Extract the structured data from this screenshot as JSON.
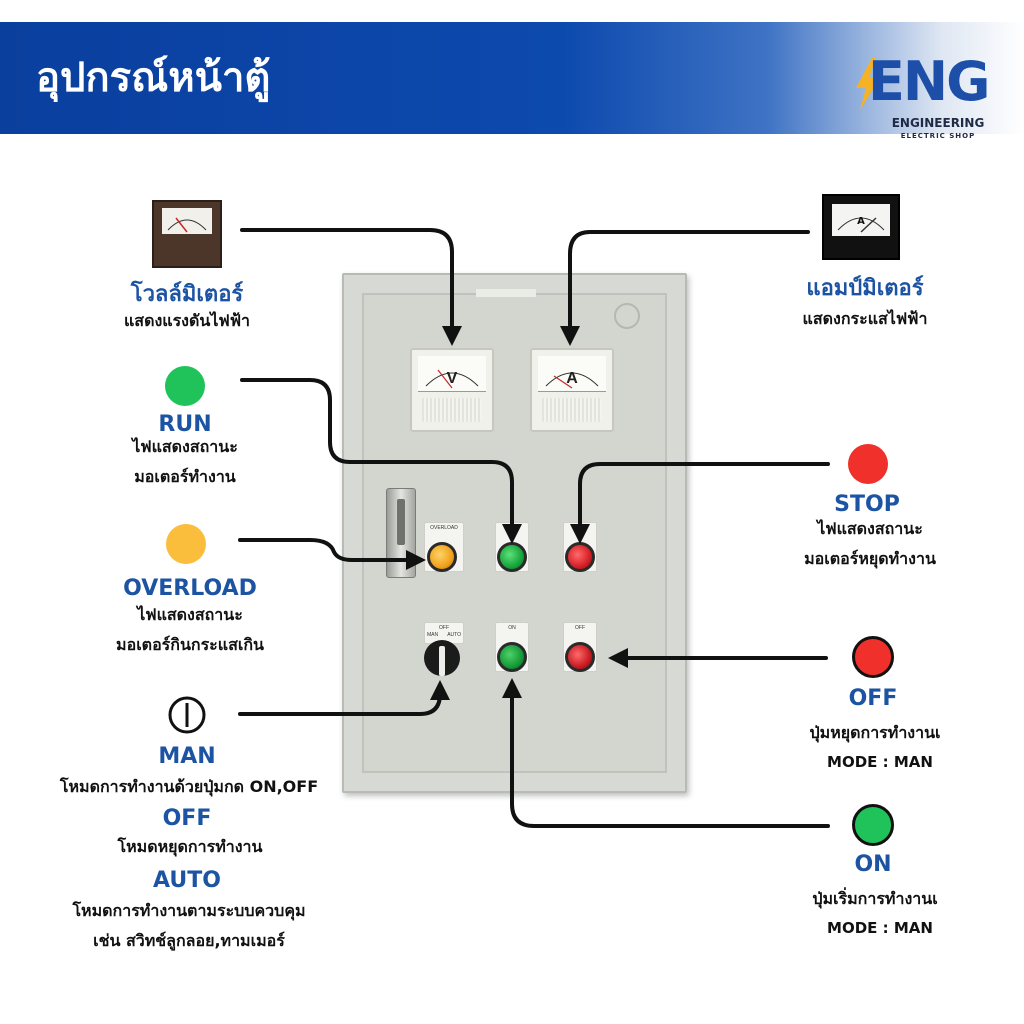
{
  "header": {
    "title": "อุปกรณ์หน้าตู้",
    "logo": {
      "mark": "ENG",
      "name": "ENGINEERING",
      "subtitle": "ELECTRIC SHOP"
    }
  },
  "panel": {
    "tag": "",
    "voltmeter_letter": "V",
    "ammeter_letter": "A",
    "overload_label": "OVERLOAD",
    "on_label": "ON",
    "off_label": "OFF",
    "selector_top_label": "OFF",
    "selector_left_label": "MAN",
    "selector_right_label": "AUTO"
  },
  "annotations": {
    "voltmeter": {
      "title": "โวลล์มิเตอร์",
      "desc": "แสดงแรงดันไฟฟ้า"
    },
    "ammeter": {
      "title": "แอมป์มิเตอร์",
      "desc": "แสดงกระแสไฟฟ้า"
    },
    "run": {
      "title": "RUN",
      "desc_1": "ไฟแสดงสถานะ",
      "desc_2": "มอเตอร์ทำงาน",
      "color": "#1fc35a"
    },
    "stop": {
      "title": "STOP",
      "desc_1": "ไฟแสดงสถานะ",
      "desc_2": "มอเตอร์หยุดทำงาน",
      "color": "#f0302a"
    },
    "overload": {
      "title": "OVERLOAD",
      "desc_1": "ไฟแสดงสถานะ",
      "desc_2": "มอเตอร์กินกระแสเกิน",
      "color": "#fbbd3c"
    },
    "off_button": {
      "title": "OFF",
      "desc": "ปุ่มหยุดการทำงานเ",
      "mode": "MODE  : MAN",
      "color": "#f0302a"
    },
    "on_button": {
      "title": "ON",
      "desc": "ปุ่มเริ่มการทำงานเ",
      "mode": "MODE  : MAN",
      "color": "#1fc35a"
    },
    "selector": {
      "man_title": "MAN",
      "man_desc": "โหมดการทำงานด้วยปุ่มกด ON,OFF",
      "off_title": "OFF",
      "off_desc": "โหมดหยุดการทำงาน",
      "auto_title": "AUTO",
      "auto_desc_1": "โหมดการทำงานตามระบบควบคุม",
      "auto_desc_2": "เช่น สวิทช์ลูกลอย,ทามเมอร์"
    }
  },
  "colors": {
    "header_blue": "#0d4aae",
    "title_blue": "#1d53a3",
    "lamp_amber": "#f0a21a",
    "lamp_green": "#15a63b",
    "lamp_red": "#d51f26"
  }
}
